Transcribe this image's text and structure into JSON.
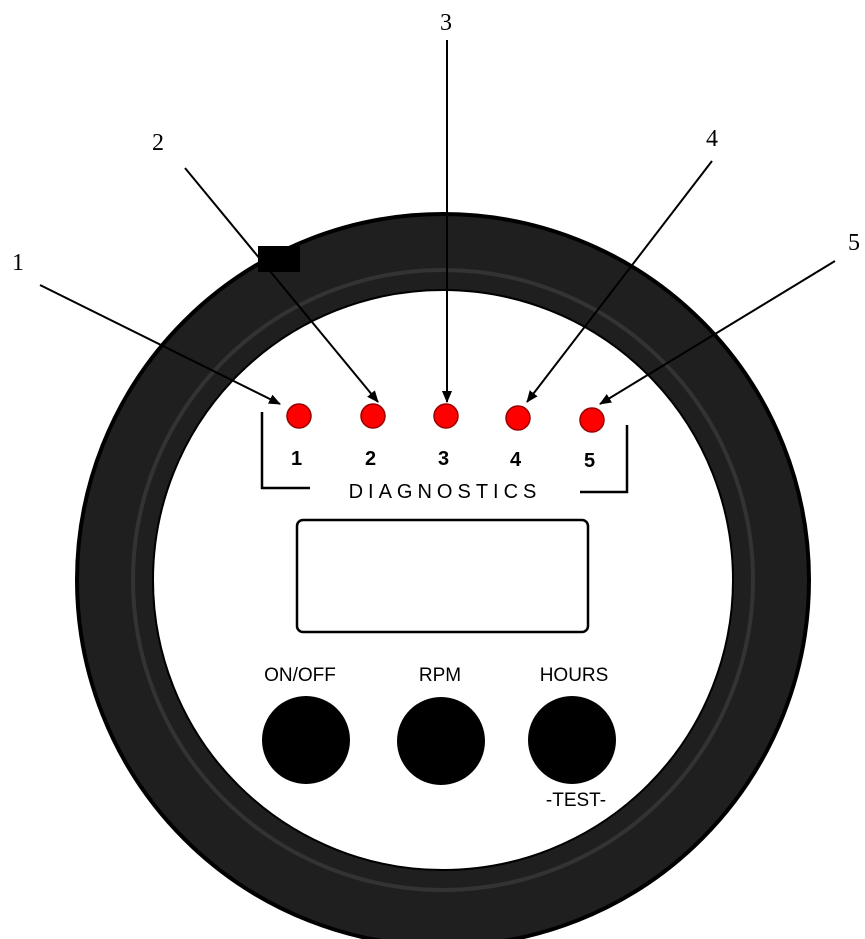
{
  "diagnostics_label": "DIAGNOSTICS",
  "leds": [
    {
      "number": "1",
      "callout": "1",
      "color": "#ff0000"
    },
    {
      "number": "2",
      "callout": "2",
      "color": "#ff0000"
    },
    {
      "number": "3",
      "callout": "3",
      "color": "#ff0000"
    },
    {
      "number": "4",
      "callout": "4",
      "color": "#ff0000"
    },
    {
      "number": "5",
      "callout": "5",
      "color": "#ff0000"
    }
  ],
  "buttons": [
    {
      "label": "ON/OFF"
    },
    {
      "label": "RPM"
    },
    {
      "label": "HOURS",
      "sublabel": "-TEST-"
    }
  ],
  "colors": {
    "bezel": "#1f1f1f",
    "face": "#ffffff",
    "button": "#000000",
    "led": "#ff0000"
  }
}
